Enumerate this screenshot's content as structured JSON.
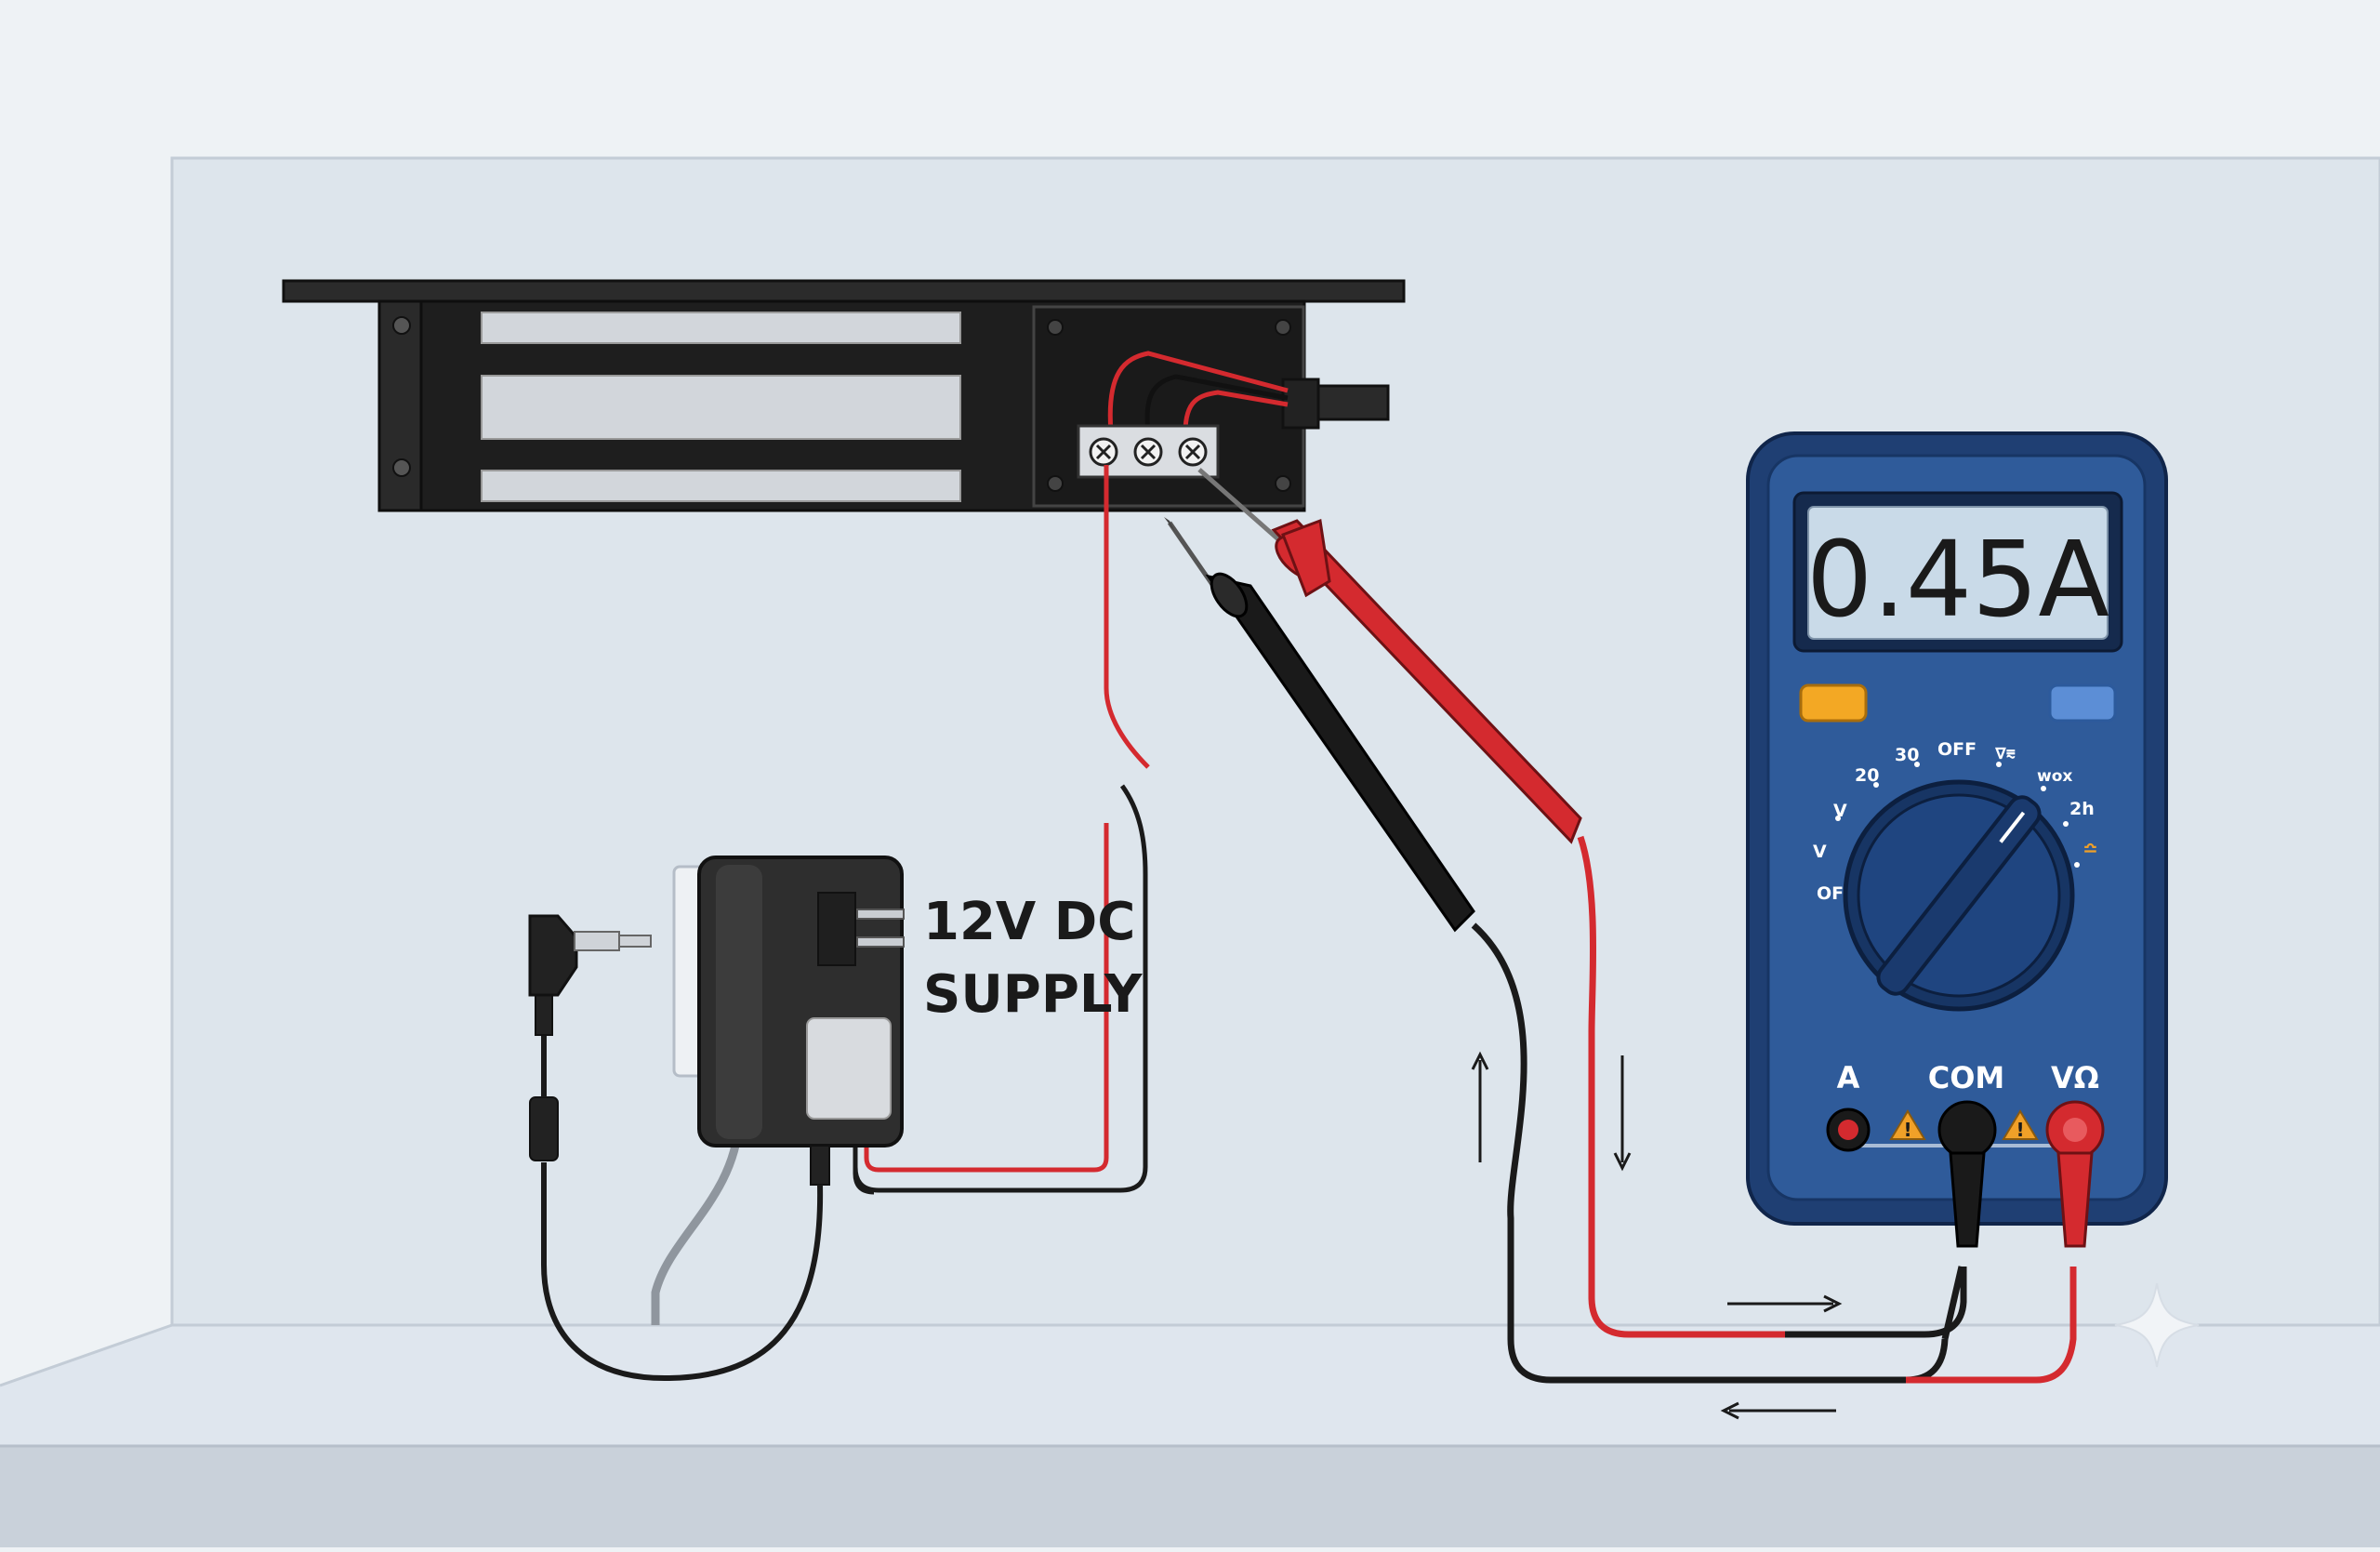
{
  "supply": {
    "line1": "12V DC",
    "line2": "SUPPLY"
  },
  "meter": {
    "reading": "0.45A",
    "dial_labels": [
      "OFF",
      "V",
      "V",
      "20",
      "30",
      "OFF",
      "∇⩳",
      "wox",
      "2h",
      "≏"
    ],
    "jacks": [
      "A",
      "COM",
      "VΩ"
    ],
    "warning_glyph": "!"
  },
  "colors": {
    "meter_body": "#2f5b9a",
    "meter_frame": "#1f3f73",
    "lcd": "#c9dae8",
    "probe_red": "#d42a2f",
    "probe_black": "#1a1a1a",
    "button_orange": "#f3a824",
    "button_blue": "#5c8ed6",
    "warning_orange": "#f0a028",
    "magnet_body": "#1e1e1e",
    "wall": "#dde5ec"
  }
}
